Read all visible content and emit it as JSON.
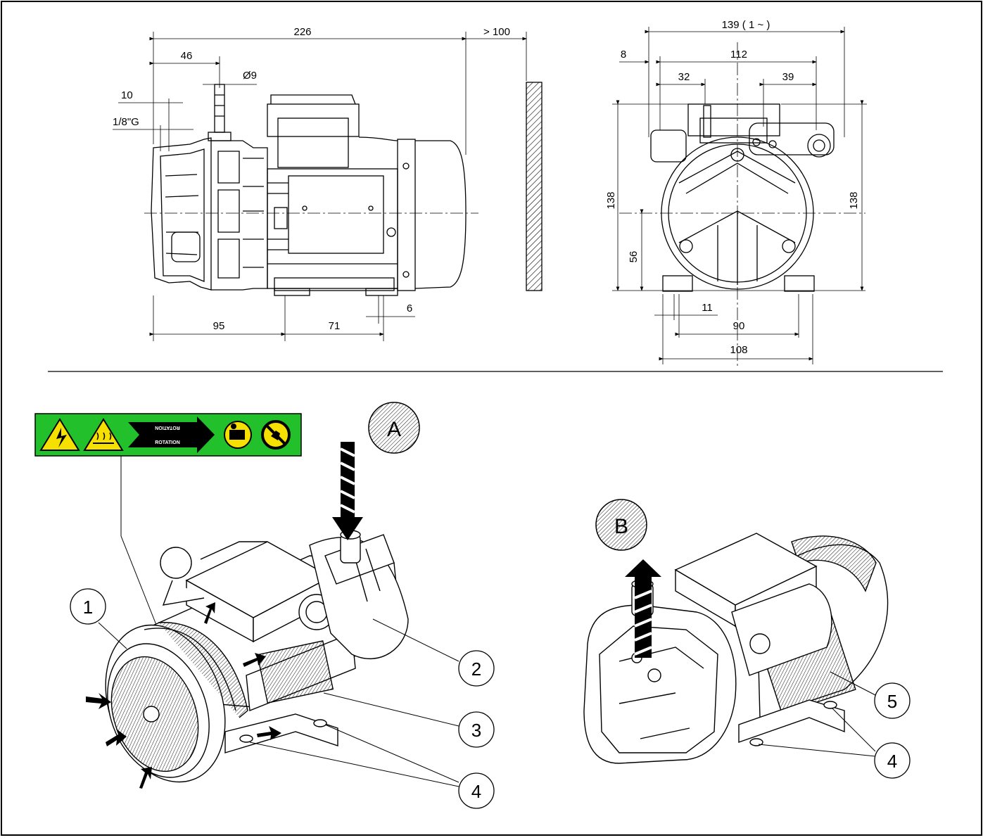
{
  "top_side_view": {
    "dims": {
      "overall_length": "226",
      "clearance": "> 100",
      "inlet_offset": "46",
      "hose_diameter": "Ø9",
      "port_offset": "10",
      "thread": "1/8\"G",
      "base_a": "95",
      "base_b": "71",
      "base_c": "6"
    }
  },
  "top_end_view": {
    "dims": {
      "width_single_phase": "139 ( 1 ~ )",
      "flange_offset": "8",
      "width": "112",
      "left_offset": "32",
      "right_offset": "39",
      "height_left": "138",
      "height_right": "138",
      "axis_height": "56",
      "foot_slot": "11",
      "foot_spacing": "90",
      "base_width": "108"
    }
  },
  "warning_label": {
    "rotation_top": "ROTATION",
    "rotation_bottom": "ROTATION",
    "background_color": "#22c02a",
    "symbols": [
      "electric-hazard-icon",
      "hot-surface-icon",
      "rotation-arrow-icon",
      "read-manual-icon",
      "no-touch-icon"
    ]
  },
  "view_A": {
    "letter": "A",
    "callouts": [
      "1",
      "2",
      "3",
      "4"
    ]
  },
  "view_B": {
    "letter": "B",
    "callouts": [
      "5",
      "4"
    ]
  }
}
